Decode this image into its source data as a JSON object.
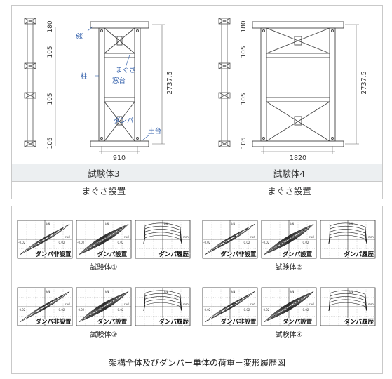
{
  "frame3": {
    "dims_left": [
      "180",
      "105",
      "105",
      "105"
    ],
    "height_label": "2737.5",
    "width_label": "910",
    "labels": {
      "beam": "梁",
      "column": "柱",
      "brace": "まぐさ",
      "sill": "窓台",
      "damper": "ダンパ",
      "base": "土台"
    }
  },
  "frame4": {
    "dims_left": [
      "180",
      "105",
      "105",
      "105"
    ],
    "height_label": "2737.5",
    "width_label": "1820"
  },
  "table": {
    "names": [
      "試験体3",
      "試験体4"
    ],
    "specs": [
      "まぐさ設置",
      "まぐさ設置"
    ]
  },
  "hysteresis": {
    "specimens": [
      {
        "label": "試験体①",
        "plots": [
          "ダンパ非設置",
          "ダンパ設置",
          "ダンパ履歴"
        ]
      },
      {
        "label": "試験体②",
        "plots": [
          "ダンパ非設置",
          "ダンパ設置",
          "ダンパ履歴"
        ]
      },
      {
        "label": "試験体③",
        "plots": [
          "ダンパ非設置",
          "ダンパ設置",
          "ダンパ履歴"
        ]
      },
      {
        "label": "試験体④",
        "plots": [
          "ダンパ非設置",
          "ダンパ設置",
          "ダンパ履歴"
        ]
      }
    ],
    "axis_labels": {
      "load_unit": "kN",
      "disp_unit": "rad",
      "disp_unit_damper": "mm",
      "tick_pos": "0.02",
      "tick_neg": "-0.02"
    },
    "caption": "架構全体及びダンパー単体の荷重－変形履歴図"
  }
}
